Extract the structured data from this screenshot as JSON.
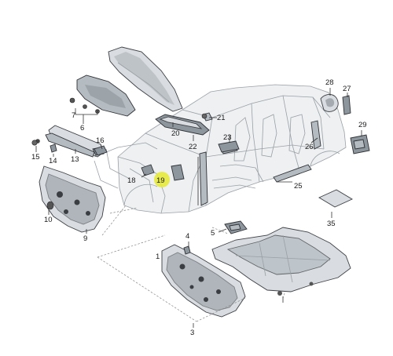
{
  "diagram": {
    "labels": {
      "l1": "1",
      "l3": "3",
      "l4": "4",
      "l5": "5",
      "l6": "6",
      "l7": "7",
      "l9": "9",
      "l10": "10",
      "l13": "13",
      "l14": "14",
      "l15": "15",
      "l16": "16",
      "l18": "18",
      "l19": "19",
      "l20": "20",
      "l21": "21",
      "l22": "22",
      "l23": "23",
      "l25": "25",
      "l26": "26",
      "l27": "27",
      "l28": "28",
      "l29": "29",
      "l35": "35"
    },
    "highlight_label": "19",
    "highlight_color": "#e6ea3c"
  }
}
